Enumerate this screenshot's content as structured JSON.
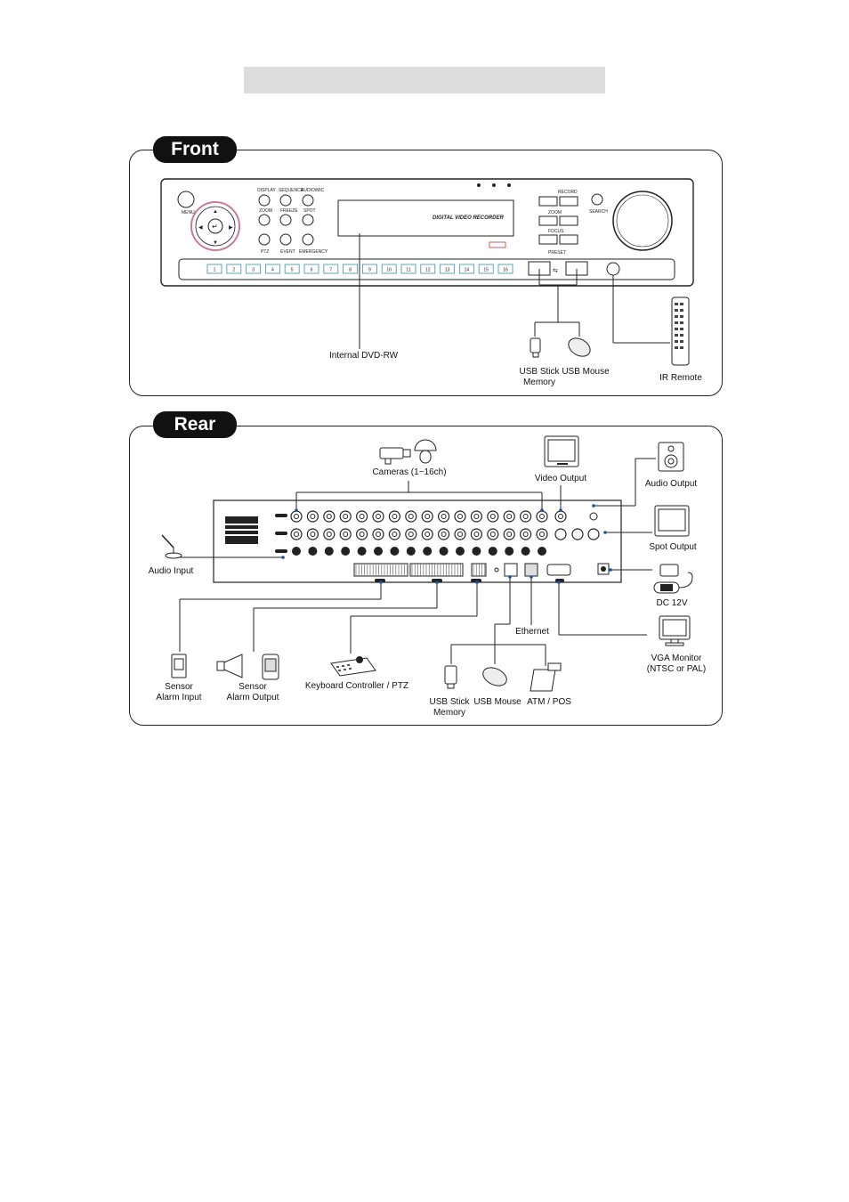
{
  "front": {
    "tag": "Front",
    "dvr_text": "DIGITAL VIDEO RECORDER",
    "buttons": {
      "menu": "MENU",
      "display": "DISPLAY",
      "sequence": "SEQUENCE",
      "audio": "AUDIO/MIC",
      "zoom": "ZOOM",
      "freeze": "FREEZE",
      "spot": "SPOT",
      "ptz": "PTZ",
      "event": "EVENT",
      "emergency": "EMERGENCY",
      "record": "RECORD",
      "search": "SEARCH",
      "zoom_ptz": "ZOOM",
      "focus": "FOCUS",
      "preset": "PRESET"
    },
    "channels": [
      "1",
      "2",
      "3",
      "4",
      "5",
      "6",
      "7",
      "8",
      "9",
      "10",
      "11",
      "12",
      "13",
      "14",
      "15",
      "16"
    ],
    "labels": {
      "dvd": "Internal DVD-RW",
      "usb_stick": "USB Stick\nMemory",
      "usb_mouse": "USB Mouse",
      "ir_remote": "IR Remote"
    }
  },
  "rear": {
    "tag": "Rear",
    "labels": {
      "cameras": "Cameras (1~16ch)",
      "video_output": "Video Output",
      "audio_output": "Audio Output",
      "spot_output": "Spot Output",
      "audio_input": "Audio Input",
      "dc": "DC 12V",
      "ethernet": "Ethernet",
      "vga": "VGA Monitor\n(NTSC or PAL)",
      "sensor_in": "Sensor\nAlarm Input",
      "sensor_out": "Sensor\nAlarm Output",
      "keyboard": "Keyboard Controller / PTZ",
      "usb_stick": "USB Stick\nMemory",
      "usb_mouse": "USB Mouse",
      "atm": "ATM / POS"
    }
  }
}
